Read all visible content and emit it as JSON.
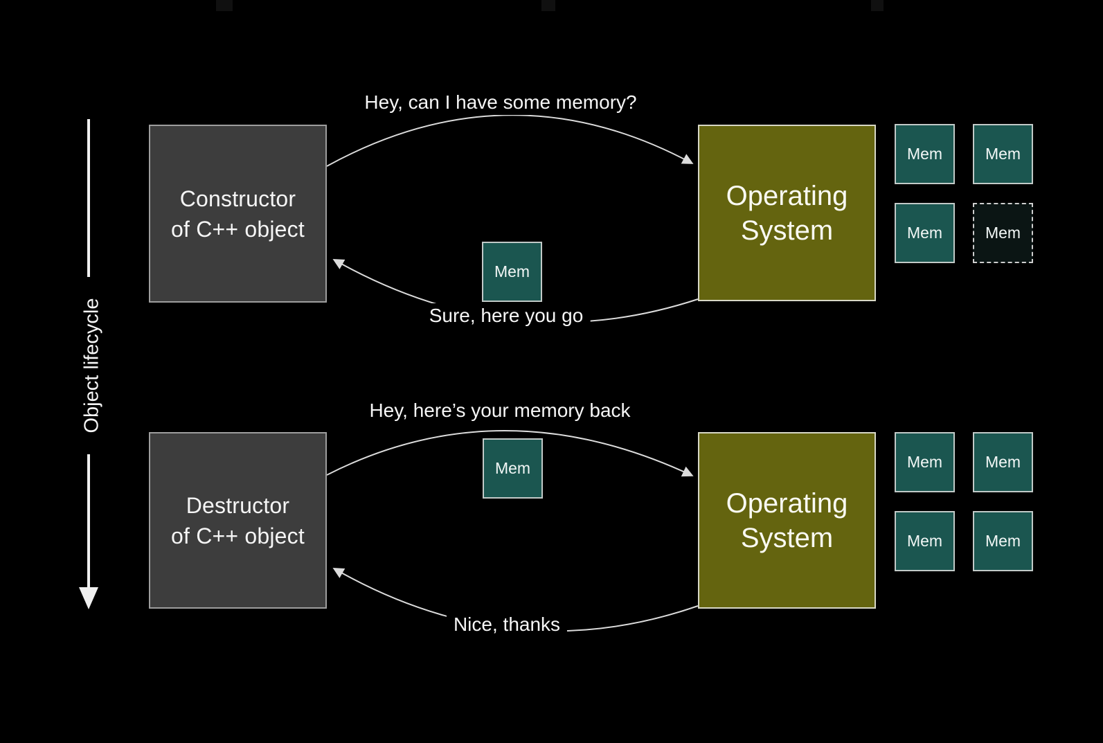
{
  "colors": {
    "background": "#000000",
    "box-gray": "#3d3d3d",
    "box-olive": "#64640f",
    "box-teal": "#1b5650",
    "line": "#dcdcdc",
    "text": "#f2f2f2"
  },
  "axis": {
    "label": "Object lifecycle"
  },
  "sections": [
    {
      "actor": {
        "line1": "Constructor",
        "line2": "of C++ object"
      },
      "os": {
        "line1": "Operating",
        "line2": "System"
      },
      "request_label": "Hey, can I have some memory?",
      "response_label": "Sure, here you go",
      "mem_transfer": {
        "label": "Mem"
      },
      "mem_grid": [
        {
          "label": "Mem",
          "state": "solid"
        },
        {
          "label": "Mem",
          "state": "solid"
        },
        {
          "label": "Mem",
          "state": "solid"
        },
        {
          "label": "Mem",
          "state": "dashed"
        }
      ]
    },
    {
      "actor": {
        "line1": "Destructor",
        "line2": "of C++ object"
      },
      "os": {
        "line1": "Operating",
        "line2": "System"
      },
      "request_label": "Hey, here’s your memory back",
      "response_label": "Nice, thanks",
      "mem_transfer": {
        "label": "Mem"
      },
      "mem_grid": [
        {
          "label": "Mem",
          "state": "solid"
        },
        {
          "label": "Mem",
          "state": "solid"
        },
        {
          "label": "Mem",
          "state": "solid"
        },
        {
          "label": "Mem",
          "state": "solid"
        }
      ]
    }
  ]
}
